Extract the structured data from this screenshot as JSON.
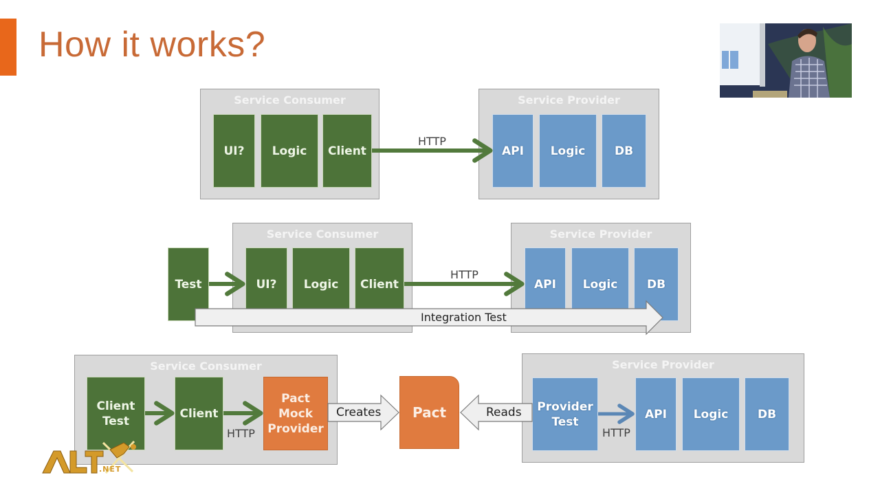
{
  "slide": {
    "title": "How it works?",
    "accent_color": "#e8671b"
  },
  "colors": {
    "consumer_block": "#4d7339",
    "provider_block": "#6b9ac9",
    "pact_block": "#e07b3f",
    "group_background": "#d9d9d9"
  },
  "diagram1": {
    "consumer": {
      "label": "Service Consumer",
      "blocks": [
        "UI?",
        "Logic",
        "Client"
      ]
    },
    "connection_label": "HTTP",
    "provider": {
      "label": "Service Provider",
      "blocks": [
        "API",
        "Logic",
        "DB"
      ]
    }
  },
  "diagram2": {
    "test_block": "Test",
    "consumer": {
      "label": "Service Consumer",
      "blocks": [
        "UI?",
        "Logic",
        "Client"
      ]
    },
    "connection_label": "HTTP",
    "provider": {
      "label": "Service Provider",
      "blocks": [
        "API",
        "Logic",
        "DB"
      ]
    },
    "integration_label": "Integration Test"
  },
  "diagram3": {
    "consumer": {
      "label": "Service Consumer",
      "blocks": [
        "Client Test",
        "Client",
        "Pact Mock Provider"
      ]
    },
    "consumer_http_label": "HTTP",
    "creates_label": "Creates",
    "pact_label": "Pact",
    "reads_label": "Reads",
    "provider": {
      "label": "Service Provider",
      "blocks": [
        "Provider Test",
        "API",
        "Logic",
        "DB"
      ]
    },
    "provider_http_label": "HTTP"
  },
  "logo": {
    "text_main": "ALT",
    "text_sub": ".NET"
  },
  "video_inset": {
    "icon": "presenter-video-icon"
  }
}
